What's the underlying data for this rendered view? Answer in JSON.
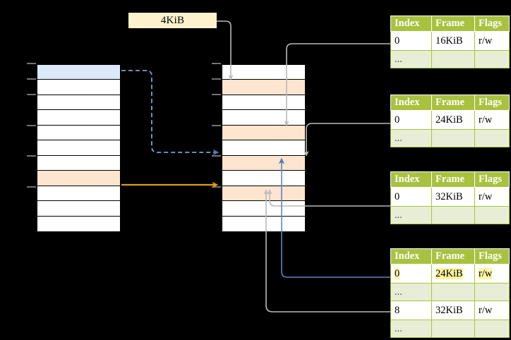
{
  "diagram": {
    "title": "page-table-walk-diagram",
    "colors": {
      "table_header_bg": "#a8c23f",
      "table_alt_bg": "#e8eed5",
      "highlight_yellow": "#fbf6a0",
      "label_bg": "#fdf2cd",
      "row_blue": "#dce9f9",
      "row_orange": "#fde5cf",
      "arrow_blue": "#4a7ebb",
      "arrow_orange": "#e09a11",
      "arrow_gray": "#bcbcbc",
      "connector_gray": "#b0b0b0",
      "background": "#000000"
    }
  },
  "size_label": {
    "text": "4KiB"
  },
  "left_column": {
    "name": "virtual-address-space",
    "row_count": 11,
    "rows": [
      {
        "index": 0,
        "fill": "blue",
        "label": ""
      },
      {
        "index": 1,
        "fill": "white",
        "label": ""
      },
      {
        "index": 2,
        "fill": "white",
        "label": ""
      },
      {
        "index": 3,
        "fill": "white",
        "label": ""
      },
      {
        "index": 4,
        "fill": "white",
        "label": ""
      },
      {
        "index": 5,
        "fill": "white",
        "label": ""
      },
      {
        "index": 6,
        "fill": "white",
        "label": ""
      },
      {
        "index": 7,
        "fill": "orange",
        "label": ""
      },
      {
        "index": 8,
        "fill": "white",
        "label": ""
      },
      {
        "index": 9,
        "fill": "white",
        "label": ""
      },
      {
        "index": 10,
        "fill": "white",
        "label": ""
      }
    ]
  },
  "middle_column": {
    "name": "physical-memory",
    "row_count": 11,
    "rows": [
      {
        "index": 0,
        "fill": "white",
        "label": ""
      },
      {
        "index": 1,
        "fill": "orange",
        "label": ""
      },
      {
        "index": 2,
        "fill": "white",
        "label": ""
      },
      {
        "index": 3,
        "fill": "white",
        "label": ""
      },
      {
        "index": 4,
        "fill": "orange",
        "label": ""
      },
      {
        "index": 5,
        "fill": "white",
        "label": ""
      },
      {
        "index": 6,
        "fill": "orange",
        "label": ""
      },
      {
        "index": 7,
        "fill": "white",
        "label": ""
      },
      {
        "index": 8,
        "fill": "orange",
        "label": ""
      },
      {
        "index": 9,
        "fill": "white",
        "label": ""
      },
      {
        "index": 10,
        "fill": "white",
        "label": ""
      }
    ]
  },
  "page_tables": [
    {
      "name": "page-table-level-1",
      "headers": [
        "Index",
        "Frame",
        "Flags"
      ],
      "rows": [
        {
          "cells": [
            "0",
            "16KiB",
            "r/w"
          ],
          "style": "normal"
        },
        {
          "cells": [
            "...",
            "",
            ""
          ],
          "style": "dots"
        }
      ]
    },
    {
      "name": "page-table-level-2",
      "headers": [
        "Index",
        "Frame",
        "Flags"
      ],
      "rows": [
        {
          "cells": [
            "0",
            "24KiB",
            "r/w"
          ],
          "style": "normal"
        },
        {
          "cells": [
            "...",
            "",
            ""
          ],
          "style": "dots"
        }
      ]
    },
    {
      "name": "page-table-level-3",
      "headers": [
        "Index",
        "Frame",
        "Flags"
      ],
      "rows": [
        {
          "cells": [
            "0",
            "32KiB",
            "r/w"
          ],
          "style": "normal"
        },
        {
          "cells": [
            "...",
            "",
            ""
          ],
          "style": "dots"
        }
      ]
    },
    {
      "name": "page-table-level-4",
      "headers": [
        "Index",
        "Frame",
        "Flags"
      ],
      "rows": [
        {
          "cells": [
            "0",
            "24KiB",
            "r/w"
          ],
          "style": "highlight"
        },
        {
          "cells": [
            "...",
            "",
            ""
          ],
          "style": "dots"
        },
        {
          "cells": [
            "8",
            "32KiB",
            "r/w"
          ],
          "style": "normal"
        },
        {
          "cells": [
            "...",
            "",
            ""
          ],
          "style": "dots"
        }
      ]
    }
  ]
}
